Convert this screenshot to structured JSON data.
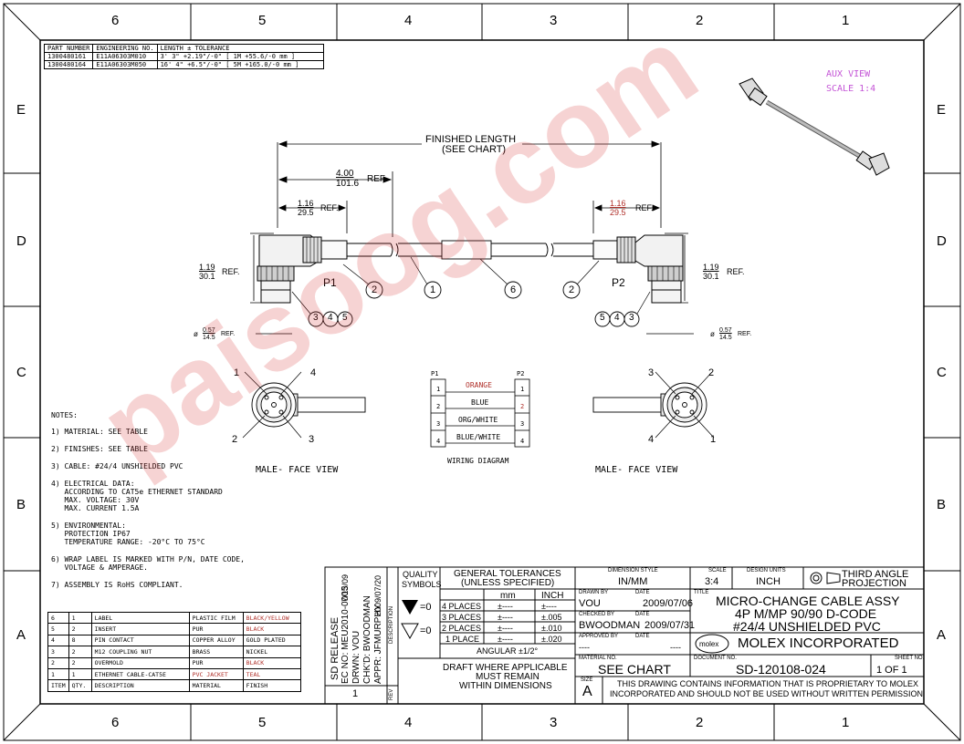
{
  "zones": {
    "columns": [
      "6",
      "5",
      "4",
      "3",
      "2",
      "1"
    ],
    "rows": [
      "E",
      "D",
      "C",
      "B",
      "A"
    ]
  },
  "part_table": {
    "headers": [
      "PART NUMBER",
      "ENGINEERING NO.",
      "LENGTH ± TOLERANCE"
    ],
    "rows": [
      [
        "1300480161",
        "E11A06303M010",
        "3' 3\" +2.19\"/-0\"   [ 1M +55.6/-0 mm ]"
      ],
      [
        "1300480164",
        "E11A06303M050",
        "16' 4\" +6.5\"/-0\"   [ 5M +165.0/-0 mm ]"
      ]
    ]
  },
  "aux_view": {
    "title": "AUX VIEW",
    "scale": "SCALE 1:4"
  },
  "dimensions": {
    "finished_length": "FINISHED LENGTH",
    "see_chart": "(SEE CHART)",
    "ref_4_in": "4.00",
    "ref_4_mm": "101.6",
    "ref": "REF.",
    "ref_116_in": "1.16",
    "ref_116_mm": "29.5",
    "ref_119_in": "1.19",
    "ref_119_mm": "30.1",
    "dia_in": "0.57",
    "dia_mm": "14.5",
    "dia_sym": "ø"
  },
  "labels": {
    "p1": "P1",
    "p2": "P2",
    "callouts_left": [
      "3",
      "4",
      "5"
    ],
    "callouts_right": [
      "5",
      "4",
      "3"
    ],
    "c1": "1",
    "c2": "2",
    "c6": "6",
    "face_view": "MALE- FACE VIEW",
    "wiring_diagram": "WIRING DIAGRAM",
    "pins_left": [
      "1",
      "4",
      "2",
      "3"
    ],
    "pins_right": [
      "3",
      "2",
      "4",
      "1"
    ]
  },
  "wiring": {
    "p1": "P1",
    "p2": "P2",
    "rows": [
      {
        "p1": "1",
        "color": "ORANGE",
        "p2": "1"
      },
      {
        "p1": "2",
        "color": "BLUE",
        "p2": "2"
      },
      {
        "p1": "3",
        "color": "ORG/WHITE",
        "p2": "3"
      },
      {
        "p1": "4",
        "color": "BLUE/WHITE",
        "p2": "4"
      }
    ]
  },
  "notes": {
    "title": "NOTES:",
    "items": [
      "1) MATERIAL: SEE TABLE",
      "2) FINISHES: SEE TABLE",
      "3) CABLE: #24/4 UNSHIELDED PVC",
      "4) ELECTRICAL DATA:",
      "   ACCORDING TO CAT5e ETHERNET STANDARD",
      "   MAX. VOLTAGE: 30V",
      "   MAX. CURRENT 1.5A",
      "5) ENVIRONMENTAL:",
      "   PROTECTION IP67",
      "   TEMPERATURE RANGE: -20°C TO 75°C",
      "6) WRAP LABEL IS MARKED WITH P/N, DATE CODE,",
      "   VOLTAGE & AMPERAGE.",
      "7) ASSEMBLY IS RoHS COMPLIANT."
    ]
  },
  "bom": {
    "rows": [
      [
        "6",
        "1",
        "LABEL",
        "PLASTIC FILM",
        "BLACK/YELLOW"
      ],
      [
        "5",
        "2",
        "INSERT",
        "PUR",
        "BLACK"
      ],
      [
        "4",
        "8",
        "PIN CONTACT",
        "COPPER ALLOY",
        "GOLD PLATED"
      ],
      [
        "3",
        "2",
        "M12 COUPLING NUT",
        "BRASS",
        "NICKEL"
      ],
      [
        "2",
        "2",
        "OVERMOLD",
        "PUR",
        "BLACK"
      ],
      [
        "1",
        "1",
        "ETHERNET CABLE-CAT5E",
        "PVC JACKET",
        "TEAL"
      ]
    ],
    "header": [
      "ITEM",
      "QTY.",
      "DESCRIPTION",
      "MATERIAL",
      "FINISH"
    ]
  },
  "revision": {
    "release": "SD RELEASE",
    "ec_no": "EC NO: MEU2010-0005",
    "ec_date": "7/13/09",
    "drwn": "DRWN: VOU",
    "chkd": "CHK'D: BWOODMAN",
    "appr": "APPR: JFMURPHY",
    "appr_date": "2009/07/20",
    "description": "DESCRIPTION",
    "rev_no": "1",
    "rev": "REV"
  },
  "title_block": {
    "quality": "QUALITY",
    "symbols": "SYMBOLS",
    "sym_eq": "=0",
    "gen_tol": "GENERAL TOLERANCES",
    "unless": "(UNLESS SPECIFIED)",
    "mm": "mm",
    "inch": "INCH",
    "tol_rows": [
      [
        "4 PLACES",
        "±----",
        "±----"
      ],
      [
        "3 PLACES",
        "±----",
        "±.005"
      ],
      [
        "2 PLACES",
        "±----",
        "±.010"
      ],
      [
        "1 PLACE",
        "±----",
        "±.020"
      ]
    ],
    "angular": "ANGULAR ±1/2°",
    "draft1": "DRAFT WHERE APPLICABLE",
    "draft2": "MUST REMAIN",
    "draft3": "WITHIN DIMENSIONS",
    "dim_style_label": "DIMENSION STYLE",
    "dim_style": "IN/MM",
    "scale_label": "SCALE",
    "scale": "3:4",
    "design_units_label": "DESIGN UNITS",
    "design_units": "INCH",
    "projection": "THIRD ANGLE",
    "projection2": "PROJECTION",
    "drawn_by_label": "DRAWN BY",
    "date_label": "DATE",
    "drawn_by": "VOU",
    "drawn_date": "2009/07/06",
    "checked_by_label": "CHECKED BY",
    "checked_by": "BWOODMAN",
    "checked_date": "2009/07/31",
    "approved_by_label": "APPROVED BY",
    "approved_by": "----",
    "approved_date": "----",
    "title_label": "TITLE",
    "title1": "MICRO-CHANGE CABLE ASSY",
    "title2": "4P M/MP 90/90 D-CODE",
    "title3": "#24/4 UNSHIELDED PVC",
    "company": "MOLEX INCORPORATED",
    "logo": "molex",
    "material_no_label": "MATERIAL NO.",
    "material_no": "SEE CHART",
    "document_no_label": "DOCUMENT NO.",
    "document_no": "SD-120108-024",
    "sheet_no_label": "SHEET NO.",
    "sheet_no": "1 OF 1",
    "size_label": "SIZE",
    "size": "A",
    "proprietary1": "THIS DRAWING CONTAINS INFORMATION THAT IS PROPRIETARY TO MOLEX",
    "proprietary2": "INCORPORATED AND SHOULD NOT BE USED WITHOUT WRITTEN PERMISSION"
  },
  "watermark": "paisoog.com",
  "colors": {
    "line": "#000000",
    "accent": "#b0302a",
    "aux": "#c455d6",
    "watermark": "#d83a3a"
  }
}
